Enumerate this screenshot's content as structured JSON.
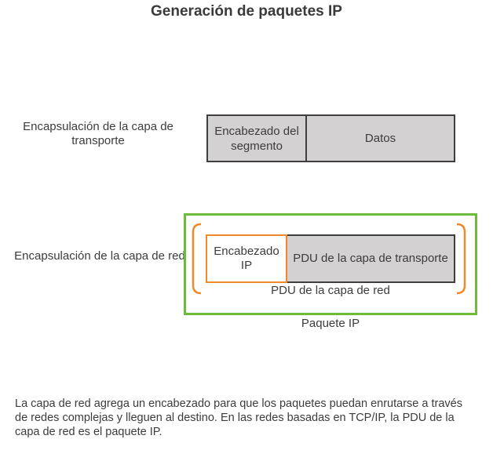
{
  "title": "Generación de paquetes IP",
  "transport_layer": {
    "label": "Encapsulación de la capa de transporte",
    "segment_header": "Encabezado del segmento",
    "data": "Datos"
  },
  "network_layer": {
    "label": "Encapsulación de la capa de red",
    "ip_header": "Encabezado IP",
    "transport_pdu": "PDU de la capa de transporte",
    "network_pdu": "PDU de la capa de red",
    "packet": "Paquete IP"
  },
  "description": "La capa de red agrega un encabezado para que los paquetes puedan enrutarse a través de redes complejas y lleguen al destino. En las redes basadas en TCP/IP, la PDU de la capa de red es el paquete IP.",
  "colors": {
    "ip_header_border": "#ee8a2b",
    "ip_packet_border": "#6dbb3a",
    "bracket": "#ee8a2b",
    "pdu_fill": "#d3d1d1",
    "box_border": "#3e3e3e"
  }
}
